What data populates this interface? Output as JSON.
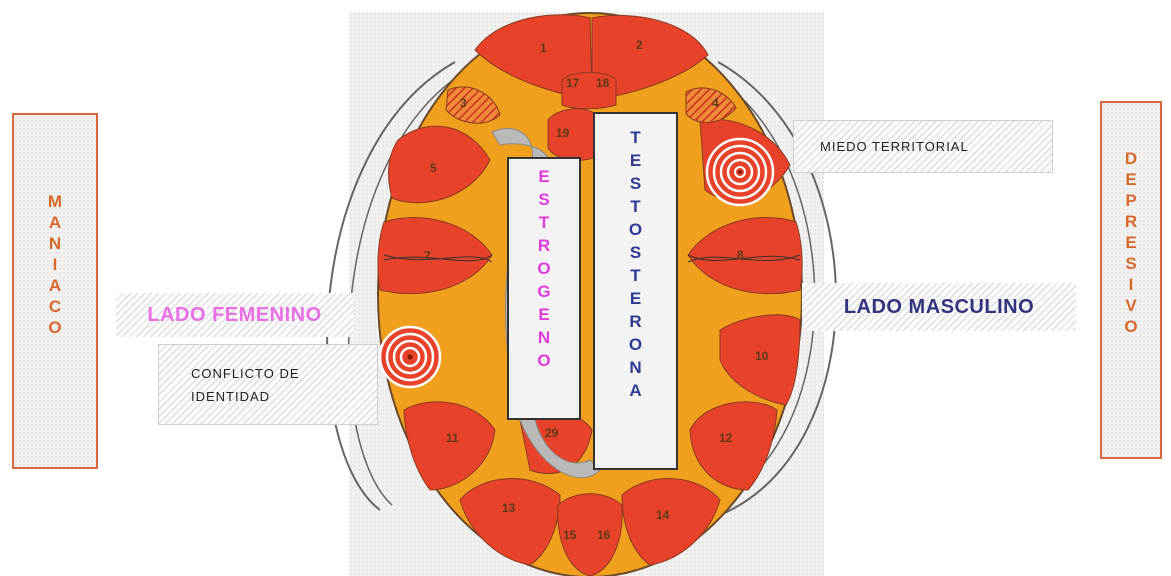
{
  "left_panel": {
    "letters": [
      "M",
      "A",
      "N",
      "I",
      "A",
      "C",
      "O"
    ]
  },
  "right_panel": {
    "letters": [
      "D",
      "E",
      "P",
      "R",
      "E",
      "S",
      "I",
      "V",
      "O"
    ]
  },
  "labels": {
    "lado_femenino": "LADO FEMENINO",
    "lado_masculino": "LADO MASCULINO",
    "conflicto_line1": "CONFLICTO DE",
    "conflicto_line2": "IDENTIDAD",
    "miedo": "MIEDO TERRITORIAL"
  },
  "hormones": {
    "estrogeno": [
      "E",
      "S",
      "T",
      "R",
      "O",
      "G",
      "E",
      "N",
      "O"
    ],
    "testosterona": [
      "T",
      "E",
      "S",
      "T",
      "O",
      "S",
      "T",
      "E",
      "R",
      "O",
      "N",
      "A"
    ]
  },
  "zones": [
    "1",
    "2",
    "3",
    "4",
    "5",
    "7",
    "8",
    "10",
    "11",
    "12",
    "13",
    "14",
    "15",
    "16",
    "17",
    "18",
    "19",
    "29"
  ],
  "colors": {
    "orange_accent": "#d9692a",
    "feminine_pink": "#e96fe6",
    "masculine_navy": "#33337f",
    "lobe_red": "#e8432a",
    "brain_orange": "#f1a01e"
  }
}
